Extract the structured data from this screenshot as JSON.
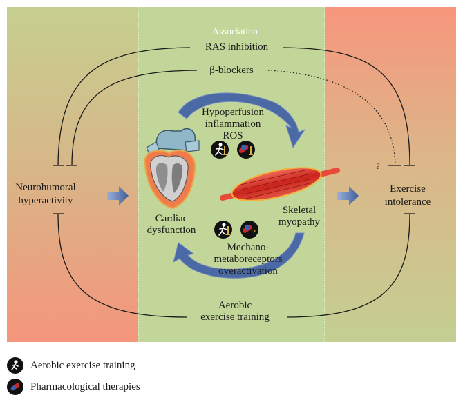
{
  "diagram": {
    "header": "Association",
    "ras_inhibition": "RAS inhibition",
    "beta_blockers": "β-blockers",
    "neurohumoral": [
      "Neurohumoral",
      "hyperactivity"
    ],
    "cardiac": [
      "Cardiac",
      "dysfunction"
    ],
    "skeletal": [
      "Skeletal",
      "myopathy"
    ],
    "exercise_intolerance": [
      "Exercise",
      "intolerance"
    ],
    "top_mechanisms": [
      "Hypoperfusion",
      "inflammation",
      "ROS"
    ],
    "bottom_mechanisms": [
      "Mechano-",
      "metaboreceptors",
      "overactivation"
    ],
    "aerobic_training": [
      "Aerobic",
      "exercise training"
    ],
    "question_mark": "?",
    "icon_question_mark": "?"
  },
  "legend": {
    "items": [
      {
        "label": "Aerobic exercise training",
        "icon": "runner-icon"
      },
      {
        "label": "Pharmacological therapies",
        "icon": "pill-icon"
      }
    ]
  },
  "colors": {
    "panel_green": "#c3d699",
    "panel_red": "#f59a7e",
    "panel_tan": "#d1bc88",
    "arrow_blue": "#4b6aa5",
    "line": "#1a1a1a"
  }
}
